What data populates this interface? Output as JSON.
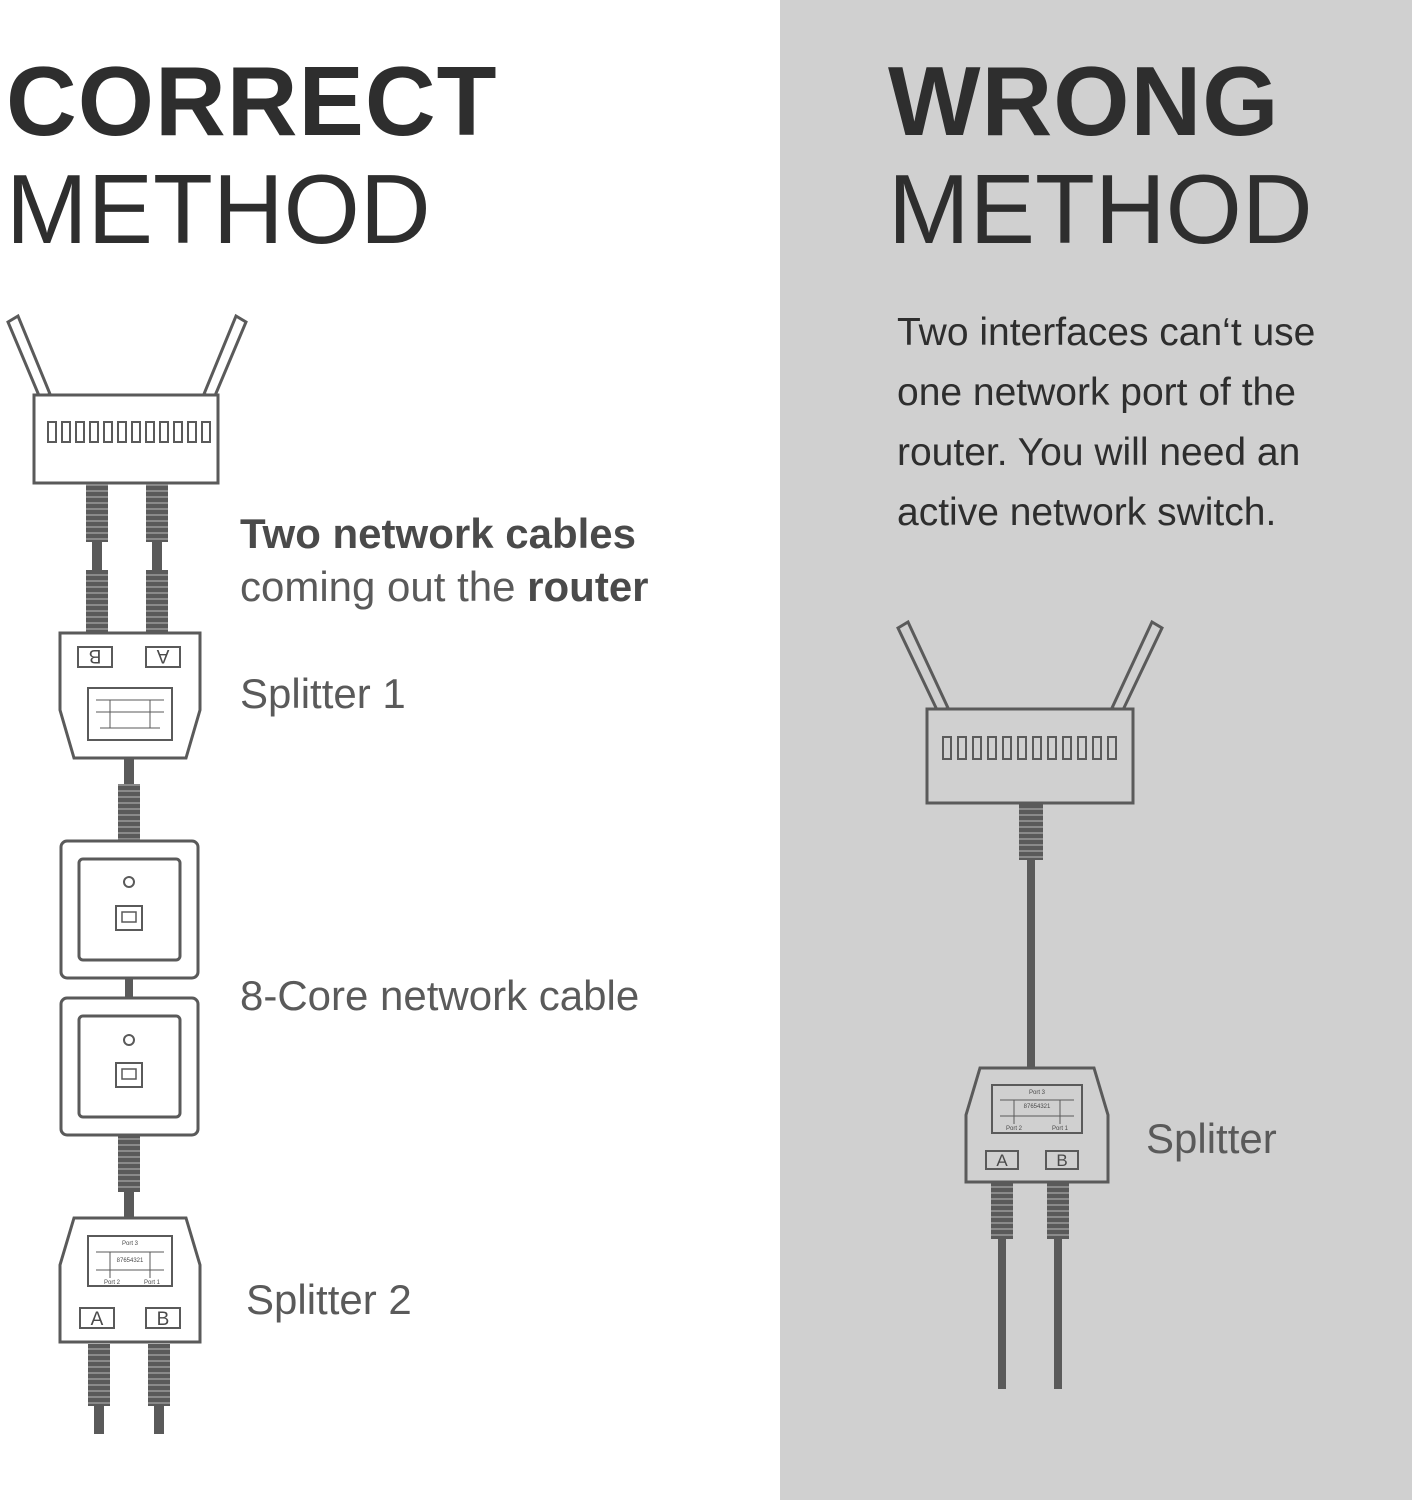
{
  "left_panel": {
    "heading_bold": "CORRECT",
    "heading_light": "METHOD",
    "label_cables_bold": "Two network cables",
    "label_cables_text": "coming out the ",
    "label_cables_router": "router",
    "label_splitter1": "Splitter 1",
    "label_core_cable": "8-Core network cable",
    "label_splitter2": "Splitter 2",
    "splitter1_ports": [
      "B",
      "A"
    ],
    "splitter2_ports": [
      "A",
      "B"
    ]
  },
  "right_panel": {
    "heading_bold": "WRONG",
    "heading_light": "METHOD",
    "note": "Two interfaces can‘t use one network port of the router. You will need an active network switch.",
    "label_splitter": "Splitter",
    "splitter_ports": [
      "A",
      "B"
    ]
  },
  "splitter_schematic": {
    "port3": "Port 3",
    "port2": "Port 2",
    "port1": "Port 1",
    "pins": "87654321"
  },
  "colors": {
    "right_background": "#d0d0d0",
    "outline": "#5a5a5a",
    "heading": "#2e2e2e"
  }
}
